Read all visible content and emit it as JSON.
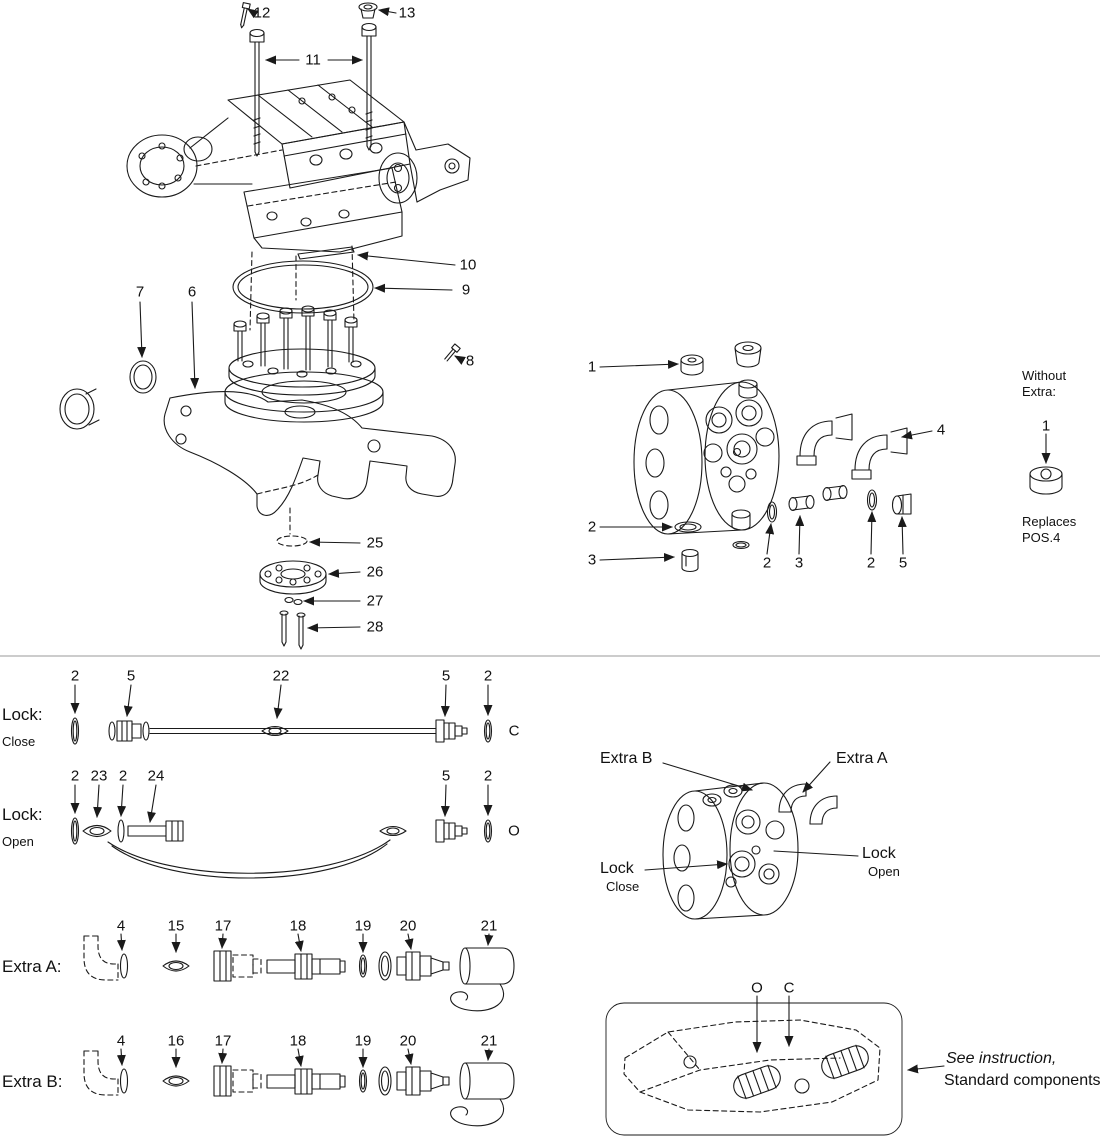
{
  "upper": {
    "valve": {
      "c12": "12",
      "c13": "13",
      "c11": "11",
      "c10": "10",
      "c9": "9",
      "c7": "7",
      "c6": "6",
      "c8": "8",
      "c25": "25",
      "c26": "26",
      "c27": "27",
      "c28": "28"
    },
    "swivel": {
      "c1": "1",
      "c4": "4",
      "c2a": "2",
      "c3a": "3",
      "c2b": "2",
      "c3b": "3",
      "c2c": "2",
      "c5": "5"
    },
    "without_extra": {
      "line1": "Without",
      "line2": "Extra:",
      "part": "1",
      "note1": "Replaces",
      "note2": "POS.4"
    }
  },
  "rows": {
    "lock_close": {
      "label": "Lock:",
      "state": "Close",
      "port": "C",
      "callouts": [
        "2",
        "5",
        "22",
        "5",
        "2"
      ]
    },
    "lock_open": {
      "label": "Lock:",
      "state": "Open",
      "port": "O",
      "callouts": [
        "2",
        "23",
        "2",
        "24",
        "5",
        "2"
      ]
    },
    "extra_a": {
      "label": "Extra A:",
      "callouts": [
        "4",
        "15",
        "17",
        "18",
        "19",
        "20",
        "21"
      ]
    },
    "extra_b": {
      "label": "Extra B:",
      "callouts": [
        "4",
        "16",
        "17",
        "18",
        "19",
        "20",
        "21"
      ]
    }
  },
  "swivel_detail": {
    "extra_b": "Extra B",
    "extra_a": "Extra A",
    "lock_close_line1": "Lock",
    "lock_close_line2": "Close",
    "lock_open_line1": "Lock",
    "lock_open_line2": "Open"
  },
  "instruction": {
    "port_o": "O",
    "port_c": "C",
    "note1": "See instruction,",
    "note2": "Standard components"
  },
  "colors": {
    "ink": "#1a1a1a",
    "bg": "#ffffff"
  }
}
